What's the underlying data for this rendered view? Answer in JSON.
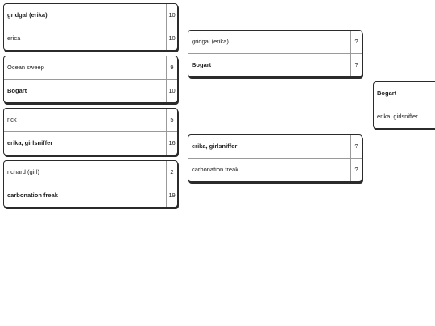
{
  "round1": [
    {
      "teams": [
        {
          "name": "gridgal (erika)",
          "score": "10",
          "winner": true
        },
        {
          "name": "erica",
          "score": "10",
          "winner": false
        }
      ]
    },
    {
      "teams": [
        {
          "name": "Ocean sweep",
          "score": "9",
          "winner": false
        },
        {
          "name": "Bogart",
          "score": "10",
          "winner": true
        }
      ]
    },
    {
      "teams": [
        {
          "name": "rick",
          "score": "5",
          "winner": false
        },
        {
          "name": "erika, girlsniffer",
          "score": "16",
          "winner": true
        }
      ]
    },
    {
      "teams": [
        {
          "name": "richard (girl)",
          "score": "2",
          "winner": false
        },
        {
          "name": "carbonation freak",
          "score": "19",
          "winner": true
        }
      ]
    }
  ],
  "round2": [
    {
      "teams": [
        {
          "name": "gridgal (erika)",
          "score": "?",
          "winner": false
        },
        {
          "name": "Bogart",
          "score": "?",
          "winner": true
        }
      ]
    },
    {
      "teams": [
        {
          "name": "erika, girlsniffer",
          "score": "?",
          "winner": true
        },
        {
          "name": "carbonation freak",
          "score": "?",
          "winner": false
        }
      ]
    }
  ],
  "final": [
    {
      "teams": [
        {
          "name": "Bogart",
          "winner": true
        },
        {
          "name": "erika, girlsniffer",
          "winner": false
        }
      ]
    }
  ]
}
